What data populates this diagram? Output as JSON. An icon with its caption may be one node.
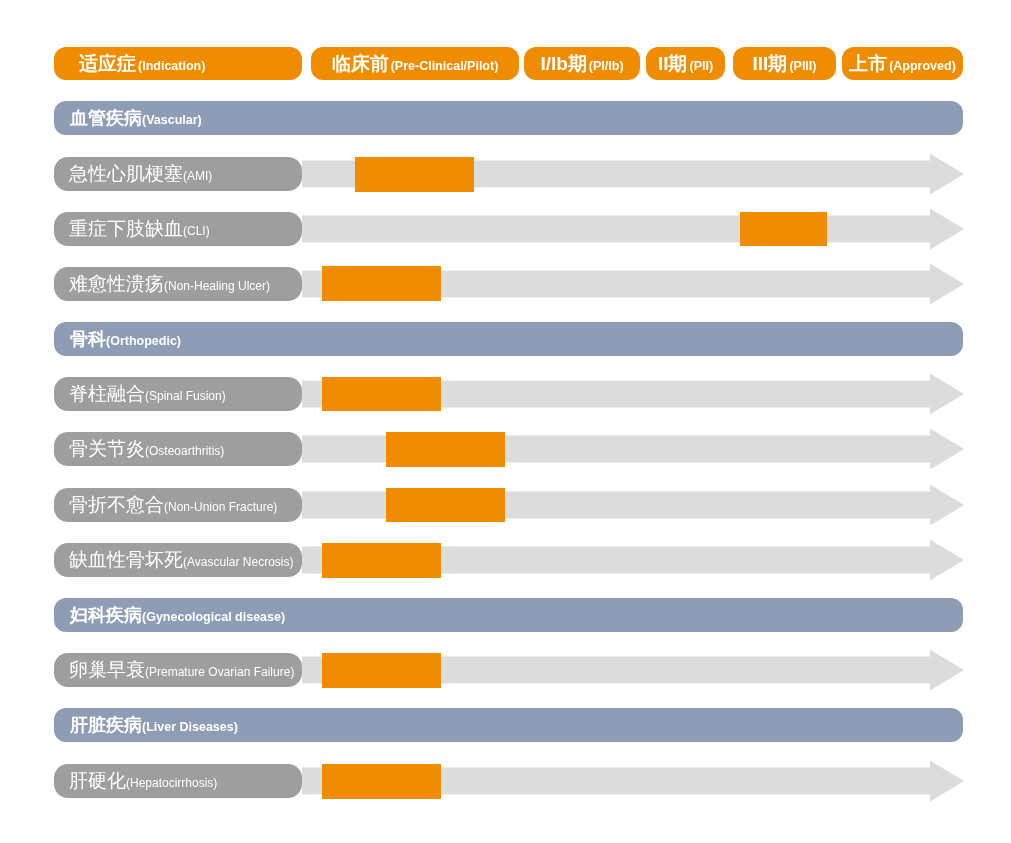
{
  "diagram": {
    "nodes": [
      {
        "text": [
          "适应症",
          "(Indication)"
        ]
      },
      {
        "text": [
          "临床前",
          "(Pre-Clinical/Pilot)"
        ]
      },
      {
        "text": [
          "I/Ib期",
          "(PI/Ib)"
        ]
      },
      {
        "text": [
          "II期",
          "(PII)"
        ]
      },
      {
        "text": [
          "III期",
          "(PIII)"
        ]
      },
      {
        "text": [
          "上市",
          "(Approved)"
        ]
      },
      {
        "text": [
          "血管疾病",
          "(Vascular)"
        ]
      },
      {
        "text": [
          "急性心肌梗塞",
          "(AMI)"
        ]
      },
      {
        "text": [],
        "shape": "bar"
      },
      {
        "text": [
          "重症下肢缺血",
          "(CLI)"
        ]
      },
      {
        "text": [],
        "shape": "bar"
      },
      {
        "text": [
          "难愈性溃疡",
          "(Non-Healing Ulcer)"
        ]
      },
      {
        "text": [],
        "shape": "bar"
      },
      {
        "text": [
          "骨科",
          "(Orthopedic)"
        ]
      },
      {
        "text": [
          "脊柱融合",
          "(Spinal Fusion)"
        ]
      },
      {
        "text": [],
        "shape": "bar"
      },
      {
        "text": [
          "骨关节炎",
          "(Osteoarthritis)"
        ]
      },
      {
        "text": [],
        "shape": "bar"
      },
      {
        "text": [
          "骨折不愈合",
          "(Non-Union Fracture)"
        ]
      },
      {
        "text": [],
        "shape": "bar"
      },
      {
        "text": [
          "缺血性骨坏死",
          "(Avascular Necrosis)"
        ]
      },
      {
        "text": [],
        "shape": "bar"
      },
      {
        "text": [
          "妇科疾病",
          "(Gynecological disease)"
        ]
      },
      {
        "text": [
          "卵巢早衰",
          "(Premature Ovarian Failure)"
        ]
      },
      {
        "text": [],
        "shape": "bar"
      },
      {
        "text": [
          "肝脏疾病",
          "(Liver Diseases)"
        ]
      },
      {
        "text": [
          "肝硬化",
          "(Hepatocirrhosis)"
        ]
      },
      {
        "text": [],
        "shape": "bar"
      }
    ],
    "edges": [
      {
        "from": 7,
        "to": null,
        "arrow": "to"
      },
      {
        "from": 9,
        "to": null,
        "arrow": "to"
      },
      {
        "from": 11,
        "to": null,
        "arrow": "to"
      },
      {
        "from": 14,
        "to": null,
        "arrow": "to"
      },
      {
        "from": 16,
        "to": null,
        "arrow": "to"
      },
      {
        "from": 18,
        "to": null,
        "arrow": "to"
      },
      {
        "from": 20,
        "to": null,
        "arrow": "to"
      },
      {
        "from": 23,
        "to": null,
        "arrow": "to"
      },
      {
        "from": 26,
        "to": null,
        "arrow": "to"
      }
    ]
  }
}
